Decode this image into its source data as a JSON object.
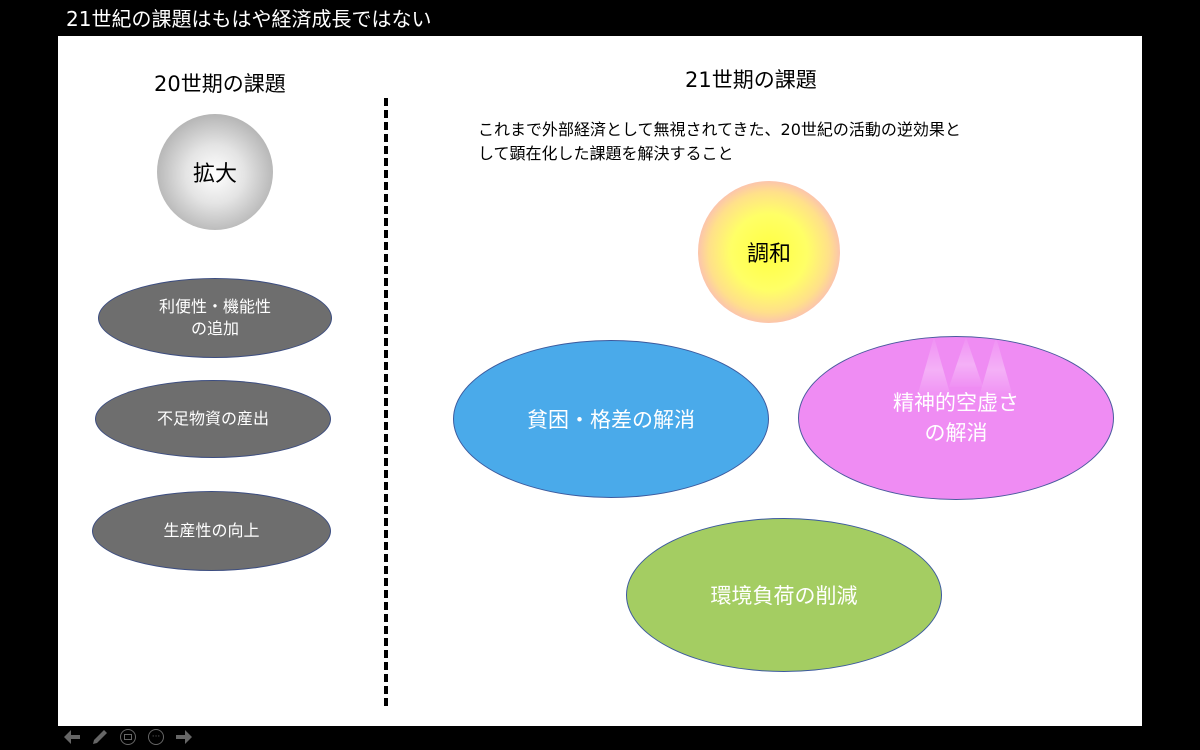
{
  "slide": {
    "title": "21世紀の課題はもはや経済成長ではない"
  },
  "left": {
    "heading": "20世期の課題",
    "core": "拡大",
    "items": [
      {
        "line1": "利便性・機能性",
        "line2": "の追加"
      },
      {
        "line1": "不足物資の産出"
      },
      {
        "line1": "生産性の向上"
      }
    ]
  },
  "right": {
    "heading": "21世期の課題",
    "description_line1": "これまで外部経済として無視されてきた、20世紀の活動の逆効果と",
    "description_line2": "して顕在化した課題を解決すること",
    "core": "調和",
    "items": {
      "poverty": "貧困・格差の解消",
      "spirit_line1": "精神的空虚さ",
      "spirit_line2": "の解消",
      "environment": "環境負荷の削減"
    }
  },
  "toolbar": {
    "icons": [
      "arrow-left-icon",
      "pencil-icon",
      "slide-view-icon",
      "more-icon",
      "arrow-right-icon"
    ]
  },
  "colors": {
    "blue": "#4aaaea",
    "pink": "#ef8cf3",
    "green": "#a4cd62",
    "gray": "#6e6e6e"
  }
}
